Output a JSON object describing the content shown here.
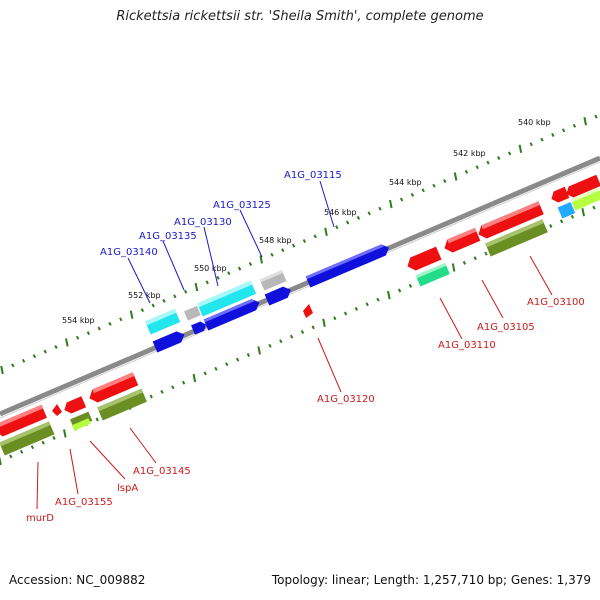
{
  "title": "Rickettsia rickettsii str. 'Sheila Smith', complete genome",
  "footer": {
    "accession": "Accession: NC_009882",
    "summary": "Topology: linear; Length: 1,257,710 bp; Genes: 1,379"
  },
  "colors": {
    "backbone": "#7a7a7a",
    "tick": "#2e7d1e",
    "label_forward": "#1a1acc",
    "label_reverse": "#cc1a1a",
    "cds_blue": "#1010dd",
    "cds_cyan": "#22e5ee",
    "cds_gray": "#b8b8b8",
    "cds_red": "#ee1010",
    "cds_olive": "#6b8e23",
    "cds_green": "#22dd88",
    "cds_lime": "#b5ff40"
  },
  "scale_labels": [
    "540 kbp",
    "542 kbp",
    "544 kbp",
    "546 kbp",
    "548 kbp",
    "550 kbp",
    "552 kbp",
    "554 kbp"
  ],
  "genes_forward": [
    "A1G_03115",
    "A1G_03125",
    "A1G_03130",
    "A1G_03135",
    "A1G_03140"
  ],
  "genes_reverse": [
    "A1G_03100",
    "A1G_03105",
    "A1G_03110",
    "A1G_03120",
    "A1G_03145",
    "lspA",
    "A1G_03155",
    "murD"
  ]
}
